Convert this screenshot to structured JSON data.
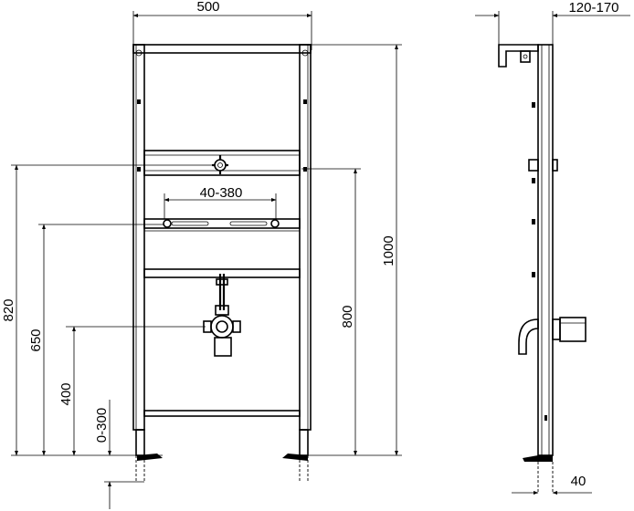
{
  "dimensions": {
    "frame_width": "500",
    "depth_range": "120-170",
    "height_total": "1000",
    "connector_spacing": "40-380",
    "height_820": "820",
    "height_650": "650",
    "height_800": "800",
    "height_400": "400",
    "foot_range": "0-300",
    "foot_depth": "40"
  }
}
